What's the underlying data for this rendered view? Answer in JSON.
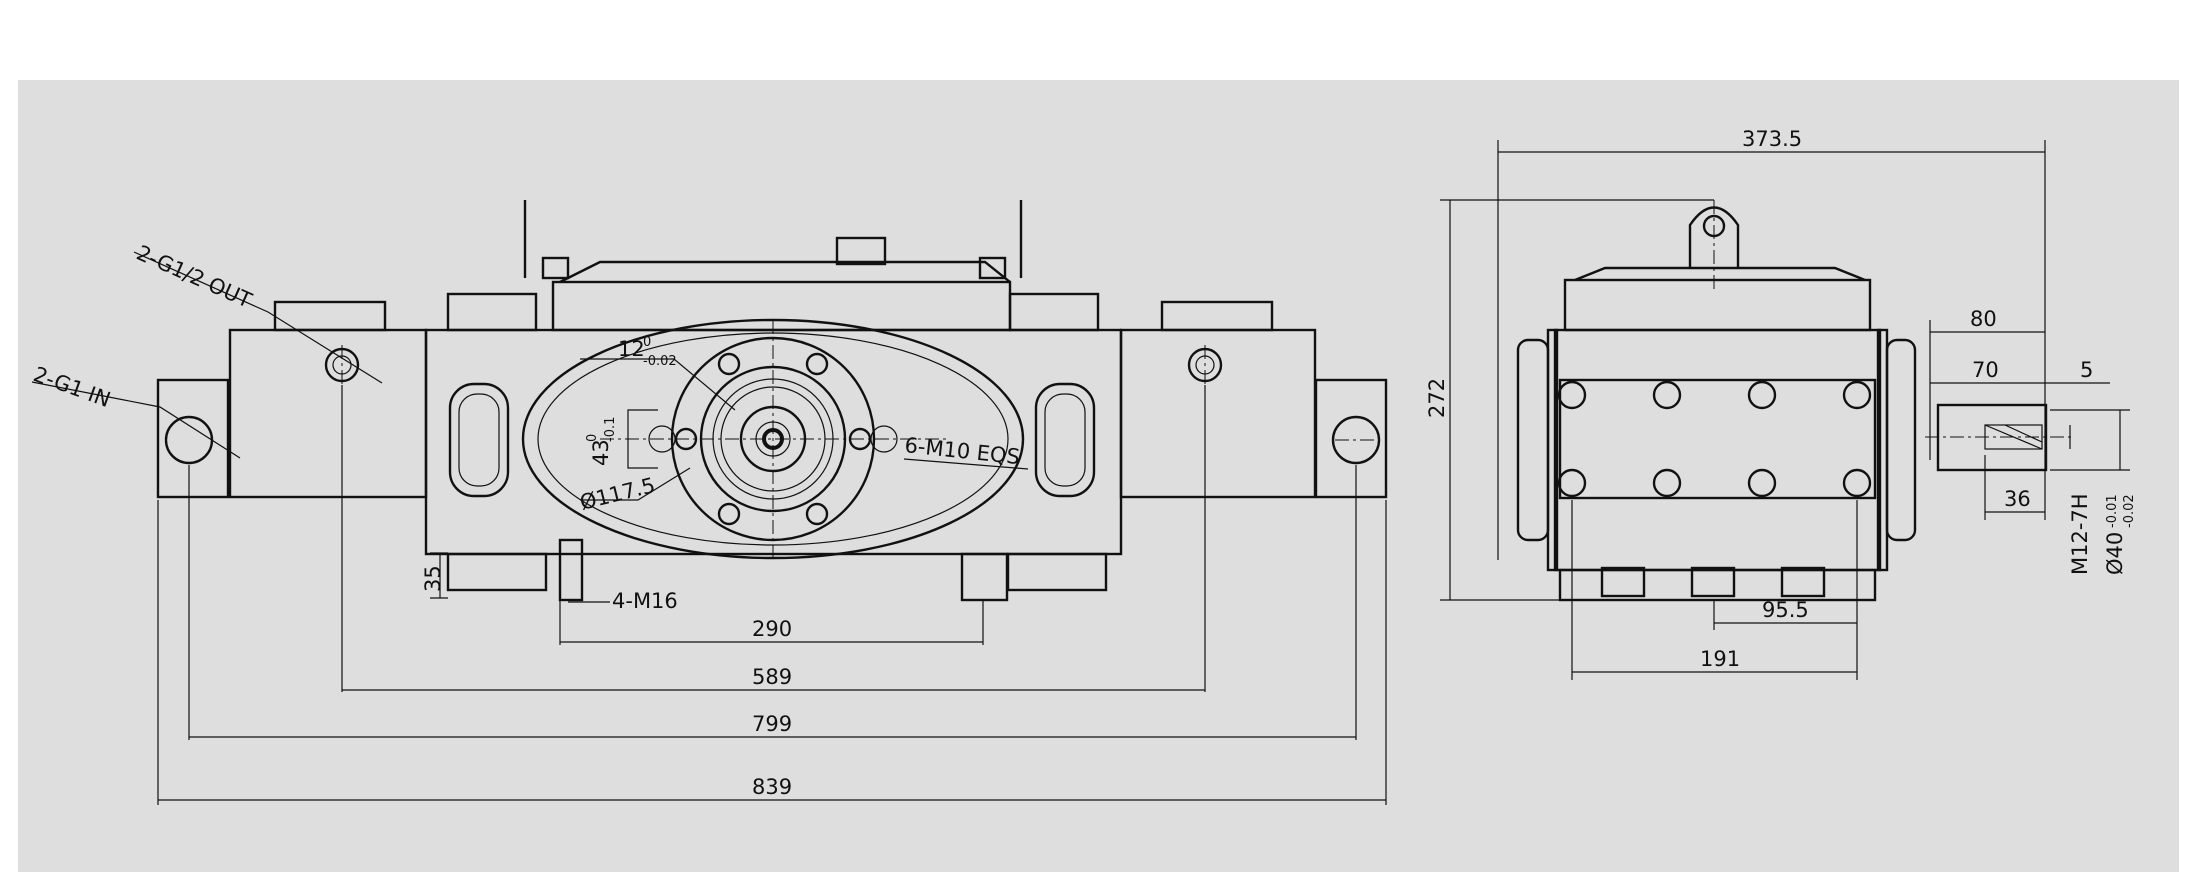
{
  "colors": {
    "background": "#ffffff",
    "panel": "#dedede",
    "line": "#111111"
  },
  "front_view": {
    "callouts": {
      "outlet": "2-G1/2 OUT",
      "inlet": "2-G1 IN",
      "flange_holes": "6-M10 EQS",
      "flange_diameter": "Ø117.5",
      "mount_holes": "4-M16"
    },
    "key": {
      "value": "12",
      "upper": "0",
      "lower": "-0.02"
    },
    "key_height": {
      "value": "43",
      "upper": "0",
      "lower": "-0.1"
    },
    "dimensions": {
      "foot_height": "35",
      "mount_spacing": "290",
      "outlet_spacing": "589",
      "inlet_spacing": "799",
      "overall_length": "839"
    }
  },
  "side_view": {
    "dimensions": {
      "overall_width": "373.5",
      "overall_height": "272",
      "shaft_length": "80",
      "shaft_key_length": "70",
      "shaft_key_offset": "5",
      "thread_depth": "36",
      "foot_inner": "95.5",
      "foot_spacing": "191"
    },
    "shaft_thread": "M12-7H",
    "shaft_diameter": {
      "value": "Ø40",
      "upper": "-0.01",
      "lower": "-0.02"
    }
  }
}
